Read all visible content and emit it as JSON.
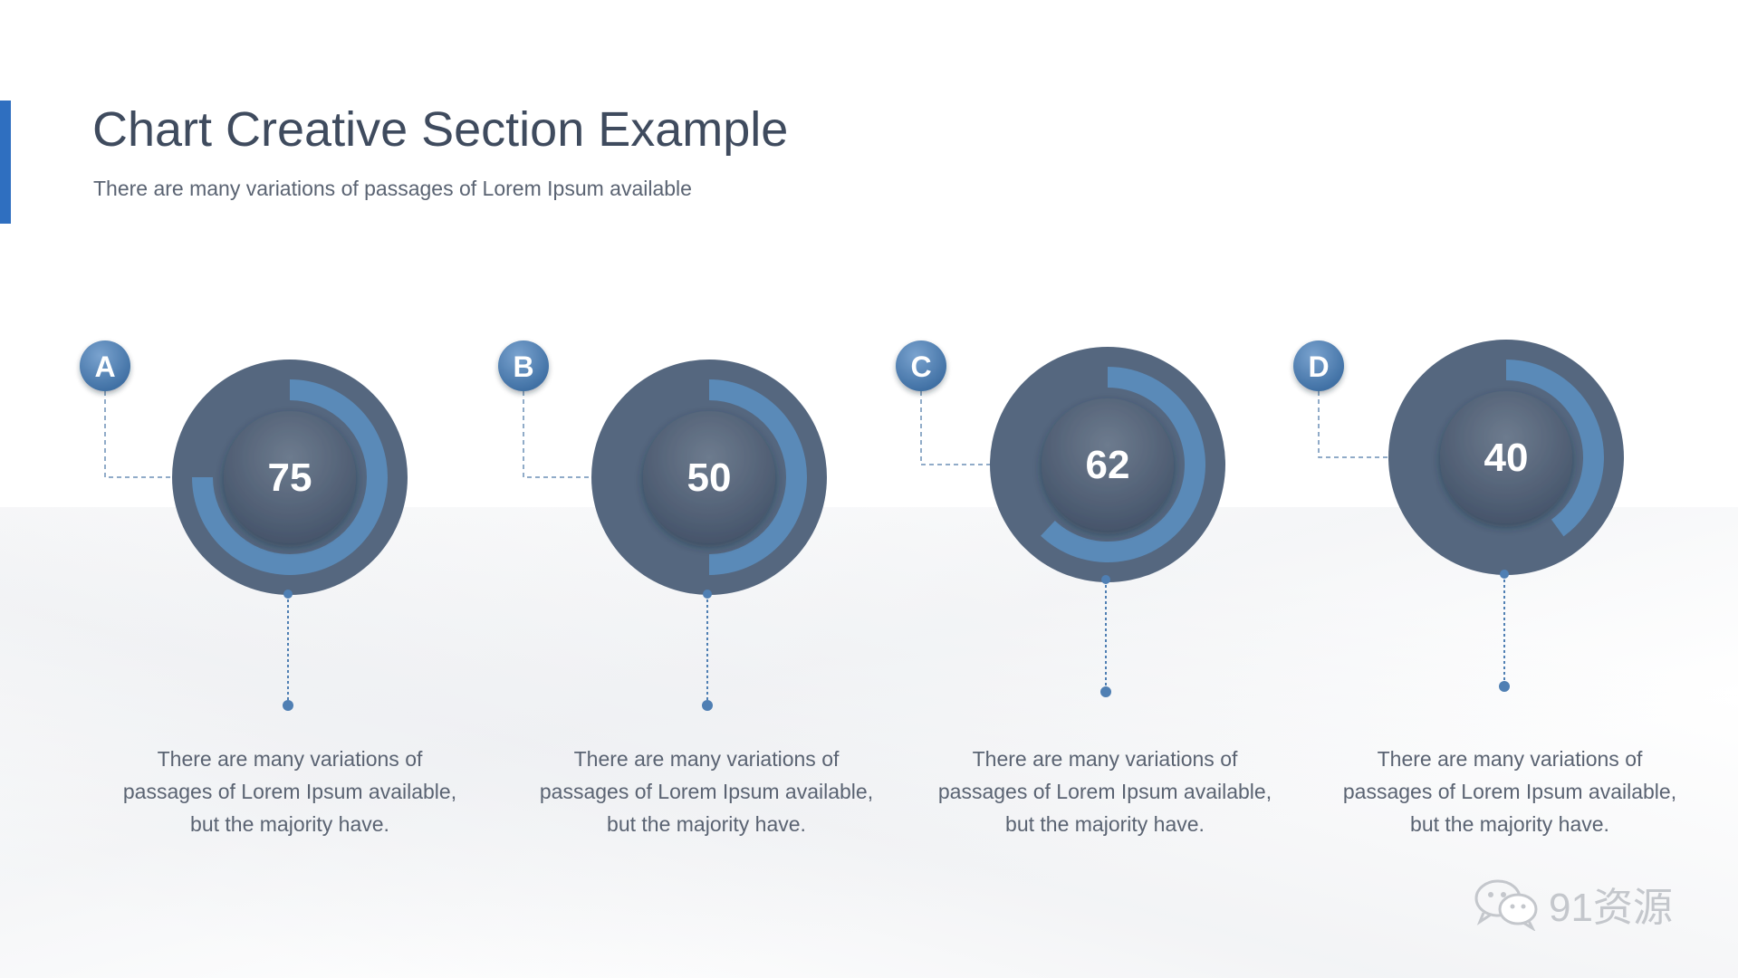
{
  "title": "Chart Creative Section Example",
  "subtitle": "There are many variations of passages of Lorem Ipsum available",
  "colors": {
    "accent": "#2f6fc0",
    "ring": "#55677f",
    "progress": "#5a8ab8",
    "badge": "#4f7fb3",
    "center": "#4b5b71"
  },
  "chart_data": {
    "type": "donut",
    "max": 100,
    "items": [
      {
        "label": "A",
        "value": 75,
        "text": "There are many variations of passages of Lorem Ipsum available, but the majority have."
      },
      {
        "label": "B",
        "value": 50,
        "text": "There are many variations of passages of Lorem Ipsum available, but the majority have."
      },
      {
        "label": "C",
        "value": 62,
        "text": "There are many variations of passages of Lorem Ipsum available, but the majority have."
      },
      {
        "label": "D",
        "value": 40,
        "text": "There are many variations of passages of Lorem Ipsum available, but the majority have."
      }
    ]
  },
  "watermark": {
    "text": "91资源",
    "icon": "wechat-icon"
  }
}
